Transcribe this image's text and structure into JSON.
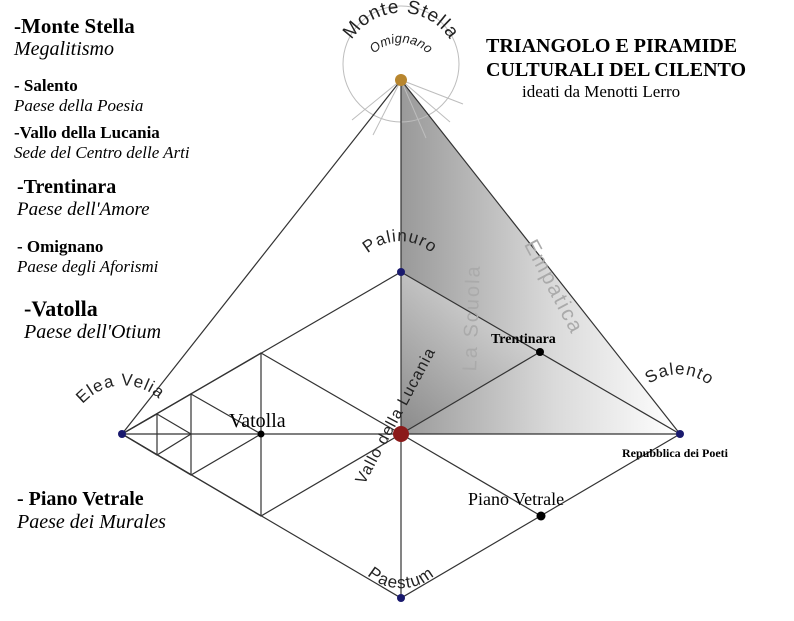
{
  "title": {
    "line1": "TRIANGOLO E PIRAMIDE",
    "line2": "CULTURALI DEL CILENTO",
    "subtitle": "ideati da Menotti Lerro"
  },
  "legend": [
    {
      "place": "-Monte Stella",
      "desc": "Megalitismo"
    },
    {
      "place": "- Salento",
      "desc": "Paese della Poesia"
    },
    {
      "place": "-Vallo della Lucania",
      "desc": "Sede del Centro delle Arti"
    },
    {
      "place": "-Trentinara",
      "desc": "Paese dell'Amore"
    },
    {
      "place": "- Omignano",
      "desc": "Paese degli Aforismi"
    },
    {
      "place": "-Vatolla",
      "desc": "Paese dell'Otium"
    },
    {
      "place": "- Piano Vetrale",
      "desc": "Paese dei Murales"
    }
  ],
  "diagram": {
    "apex_label": "Monte Stella",
    "apex_sublabel": "Omignano",
    "labels": {
      "palinuro": "Palinuro",
      "elea": "Elea Velia",
      "salento": "Salento",
      "paestum": "Paestum",
      "vallo": "Vallo della Lucania",
      "scuola": "La Scuola",
      "empatica": "Empatica",
      "trentinara": "Trentinara",
      "vatolla": "Vatolla",
      "piano": "Piano Vetrale",
      "repubblica": "Repubblica dei Poeti"
    },
    "colors": {
      "line": "#333333",
      "node": "#1a1a6e",
      "center": "#8b1a1a",
      "apex": "#b8862e",
      "shade": "#9a9a9a"
    }
  }
}
